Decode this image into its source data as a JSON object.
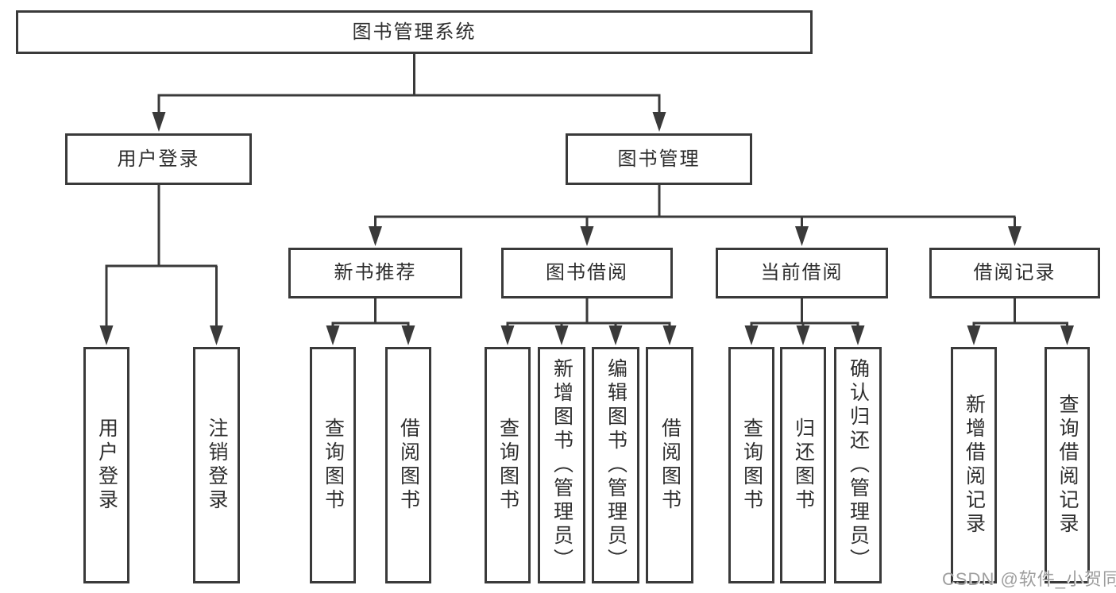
{
  "diagram": {
    "title": "图书管理系统",
    "watermark": "CSDN @软件_小贺同学",
    "colors": {
      "line": "#3a3a3a",
      "box_border": "#3a3a3a",
      "text": "#2e2e2e",
      "watermark": "#9e9e9e",
      "background": "#ffffff"
    },
    "nodes": {
      "root": "图书管理系统",
      "user_login": "用户登录",
      "book_mgmt": "图书管理",
      "new_book_rec": "新书推荐",
      "book_borrow": "图书借阅",
      "current_borrow": "当前借阅",
      "borrow_records": "借阅记录",
      "leaf_user_login": "用户登录",
      "leaf_logout": "注销登录",
      "leaf_query_book_rec": "查询图书",
      "leaf_borrow_book_rec": "借阅图书",
      "leaf_query_book_borrow": "查询图书",
      "leaf_add_book_admin": "新增图书（管理员）",
      "leaf_edit_book_admin": "编辑图书（管理员）",
      "leaf_borrow_book_borrow": "借阅图书",
      "leaf_query_book_current": "查询图书",
      "leaf_return_book": "归还图书",
      "leaf_confirm_return_admin": "确认归还（管理员）",
      "leaf_add_borrow_record": "新增借阅记录",
      "leaf_query_borrow_record": "查询借阅记录"
    },
    "structure": {
      "label": "图书管理系统",
      "children": [
        {
          "label": "用户登录",
          "children": [
            "用户登录",
            "注销登录"
          ]
        },
        {
          "label": "图书管理",
          "children": [
            {
              "label": "新书推荐",
              "children": [
                "查询图书",
                "借阅图书"
              ]
            },
            {
              "label": "图书借阅",
              "children": [
                "查询图书",
                "新增图书（管理员）",
                "编辑图书（管理员）",
                "借阅图书"
              ]
            },
            {
              "label": "当前借阅",
              "children": [
                "查询图书",
                "归还图书",
                "确认归还（管理员）"
              ]
            },
            {
              "label": "借阅记录",
              "children": [
                "新增借阅记录",
                "查询借阅记录"
              ]
            }
          ]
        }
      ]
    }
  }
}
